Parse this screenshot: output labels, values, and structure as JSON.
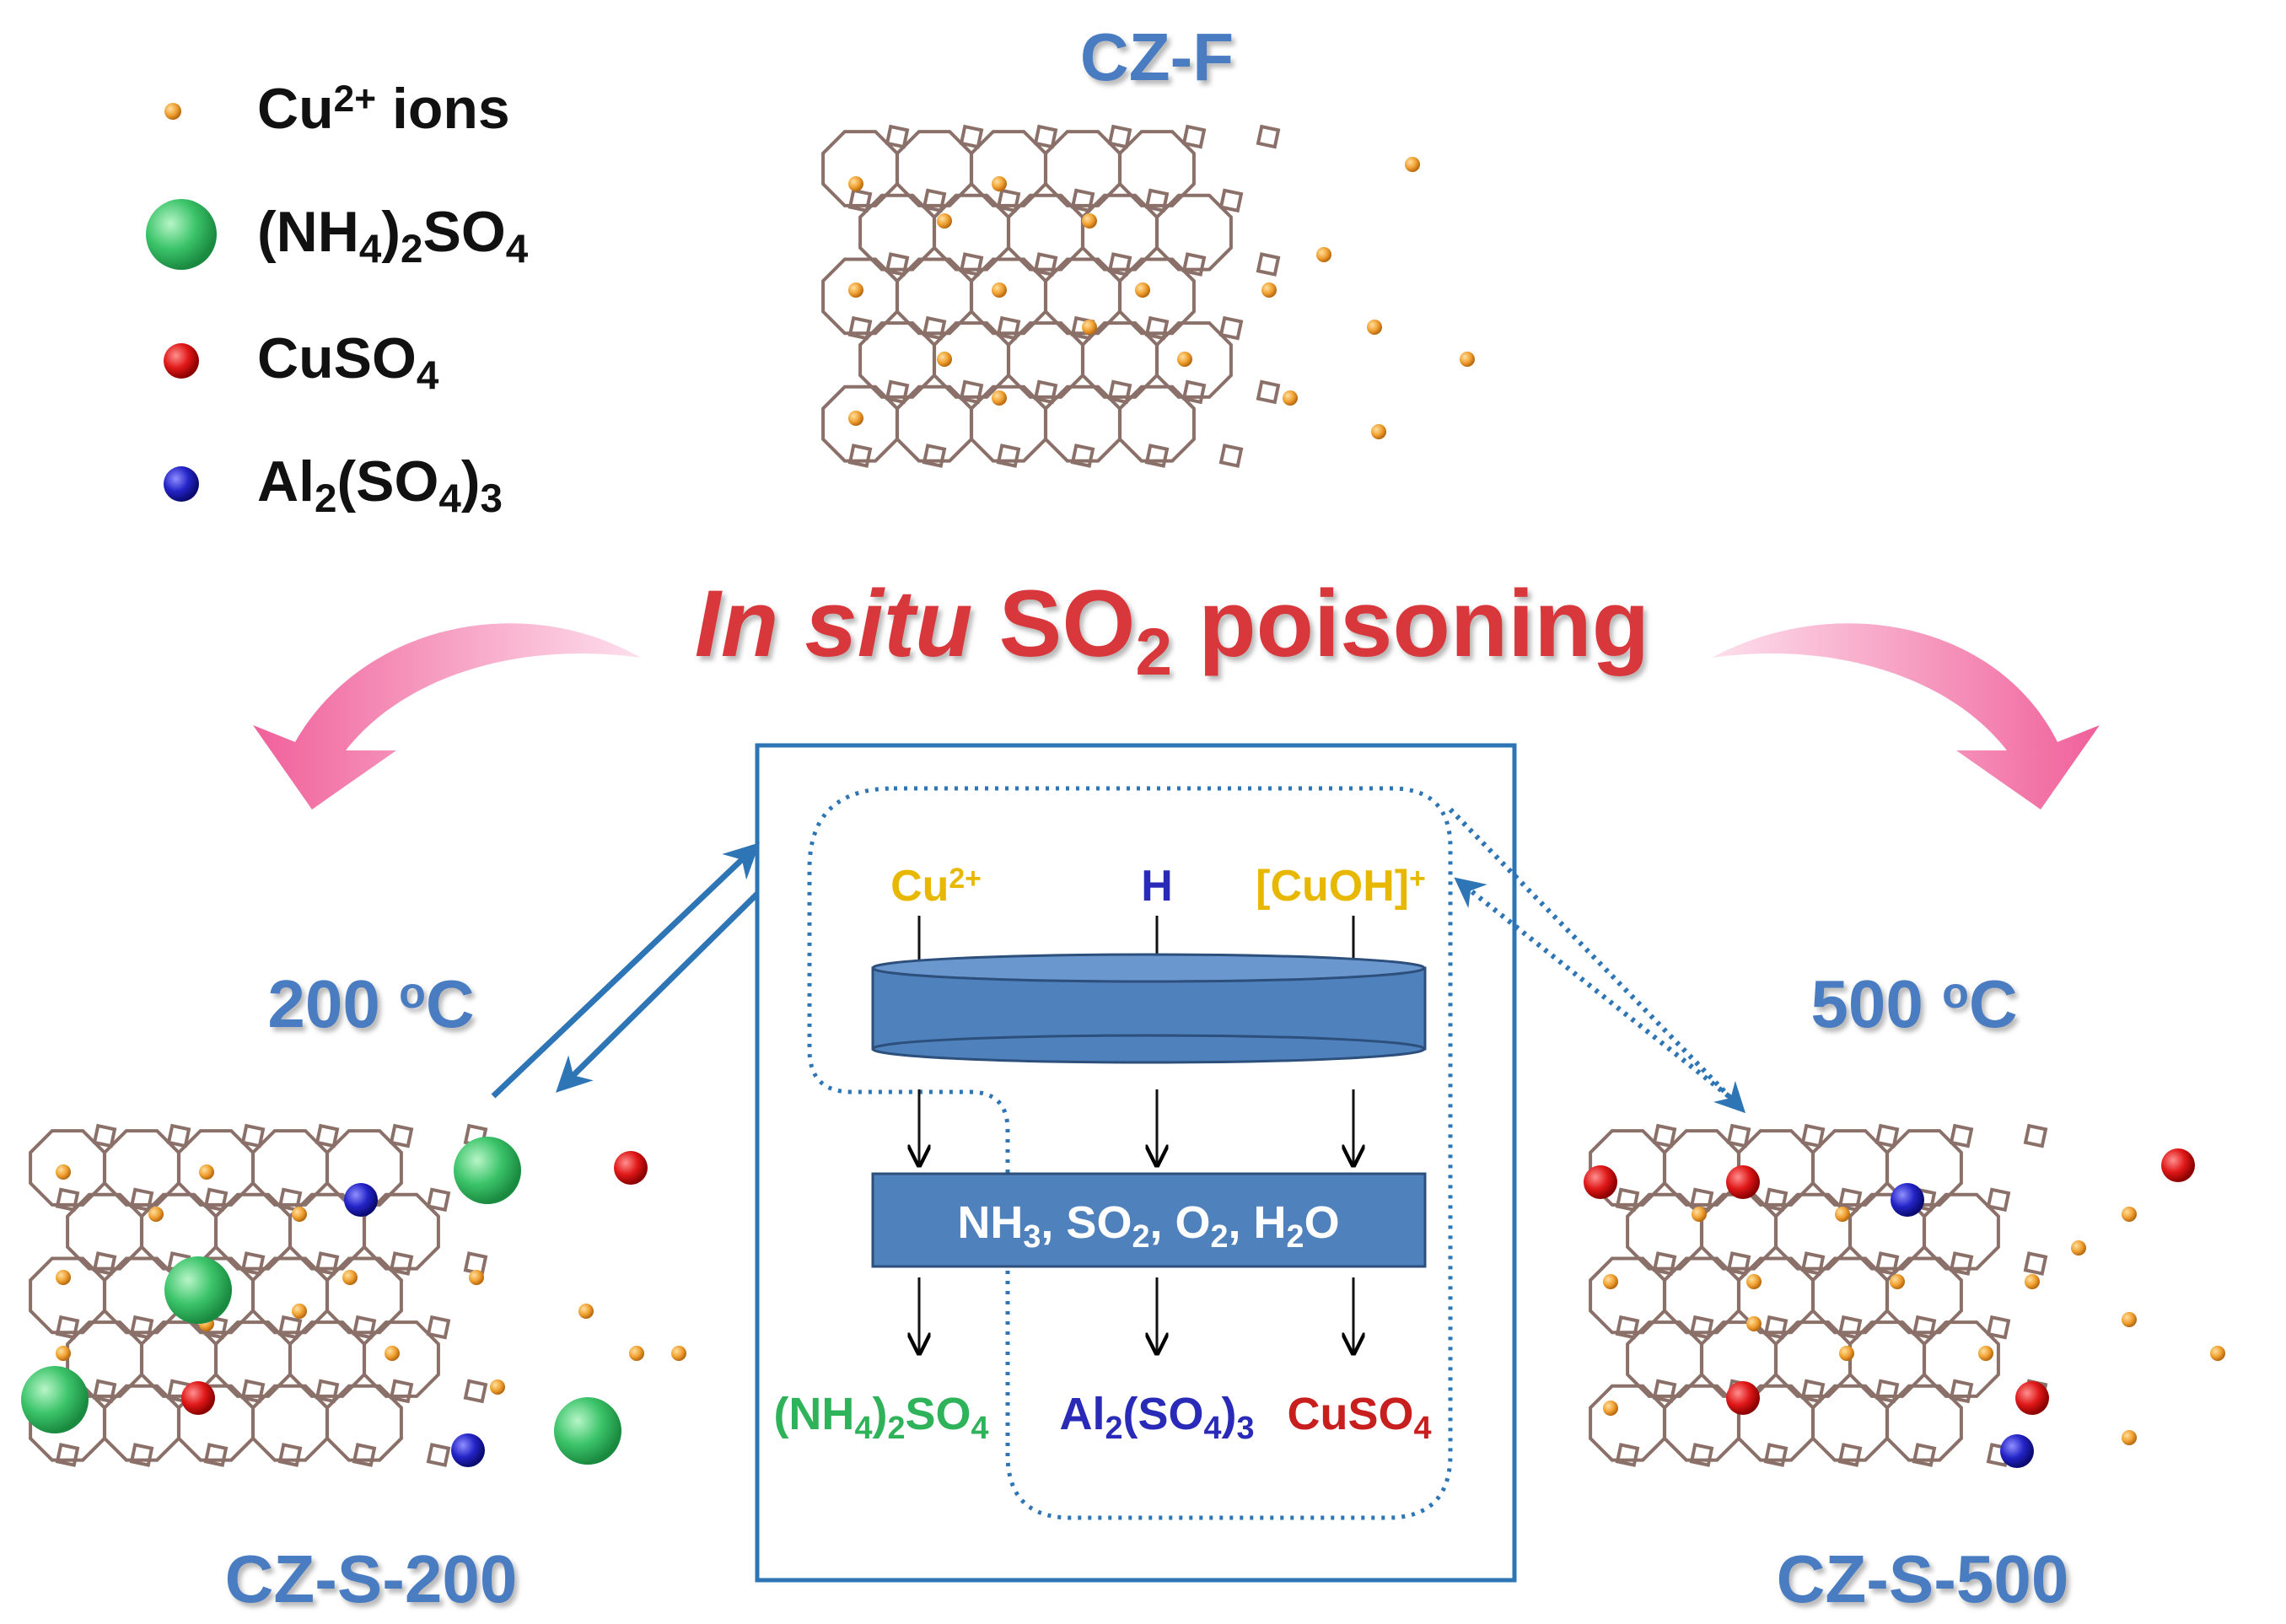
{
  "legend": [
    {
      "base": "Cu",
      "sup": "2+",
      "rest": " ions",
      "color": "#f0a030",
      "marker": "small-dot"
    },
    {
      "parts": [
        [
          "(NH",
          ""
        ],
        [
          "4",
          "sub"
        ],
        [
          ")",
          ""
        ],
        [
          "2",
          "sub"
        ],
        [
          "SO",
          ""
        ],
        [
          "4",
          "sub"
        ]
      ],
      "color": "#2fb35a",
      "marker": "green-sphere"
    },
    {
      "parts": [
        [
          "CuSO",
          ""
        ],
        [
          "4",
          "sub"
        ]
      ],
      "color": "#d81e1e",
      "marker": "red-sphere"
    },
    {
      "parts": [
        [
          "Al",
          ""
        ],
        [
          "2",
          "sub"
        ],
        [
          "(SO",
          ""
        ],
        [
          "4",
          "sub"
        ],
        [
          ")",
          ""
        ],
        [
          "3",
          "sub"
        ]
      ],
      "color": "#2a2ab8",
      "marker": "blue-sphere"
    }
  ],
  "titles": {
    "top": "CZ-F",
    "left_temp": "200 ",
    "left_temp_sup": "o",
    "left_temp_unit": "C",
    "right_temp": "500 ",
    "right_temp_sup": "o",
    "right_temp_unit": "C",
    "left_sample": "CZ-S-200",
    "right_sample": "CZ-S-500"
  },
  "banner": {
    "italic": "In situ",
    "so": " SO",
    "sub": "2",
    "rest": " poisoning"
  },
  "mechanism": {
    "site_cu": "Cu",
    "site_cu_sup": "2+",
    "site_h": "H",
    "site_cuoh": "[CuOH]",
    "site_cuoh_sup": "+",
    "reactants": [
      [
        "NH",
        ""
      ],
      [
        "3",
        "sub"
      ],
      [
        ", SO",
        ""
      ],
      [
        "2",
        "sub"
      ],
      [
        ", O",
        ""
      ],
      [
        "2",
        "sub"
      ],
      [
        ", H",
        ""
      ],
      [
        "2",
        "sub"
      ],
      [
        "O",
        ""
      ]
    ],
    "products": [
      {
        "parts": [
          [
            "(NH",
            ""
          ],
          [
            "4",
            "sub"
          ],
          [
            ")",
            ""
          ],
          [
            "2",
            "sub"
          ],
          [
            "SO",
            ""
          ],
          [
            "4",
            "sub"
          ]
        ],
        "color": "#2fb35a"
      },
      {
        "parts": [
          [
            "Al",
            ""
          ],
          [
            "2",
            "sub"
          ],
          [
            "(SO",
            ""
          ],
          [
            "4",
            "sub"
          ],
          [
            ")",
            ""
          ],
          [
            "3",
            "sub"
          ]
        ],
        "color": "#2a2ab8"
      },
      {
        "parts": [
          [
            "CuSO",
            ""
          ],
          [
            "4",
            "sub"
          ]
        ],
        "color": "#c81e1e"
      }
    ]
  },
  "colors": {
    "framework": "#8a7068",
    "title_blue": "#4a7cc0",
    "banner_red": "#d8383a",
    "arrow_pink": "#f0609a",
    "box_blue": "#2e75b6",
    "disk_fill": "#4f81bd",
    "cu_yellow": "#e8b800",
    "h_blue": "#2a2ab8"
  }
}
